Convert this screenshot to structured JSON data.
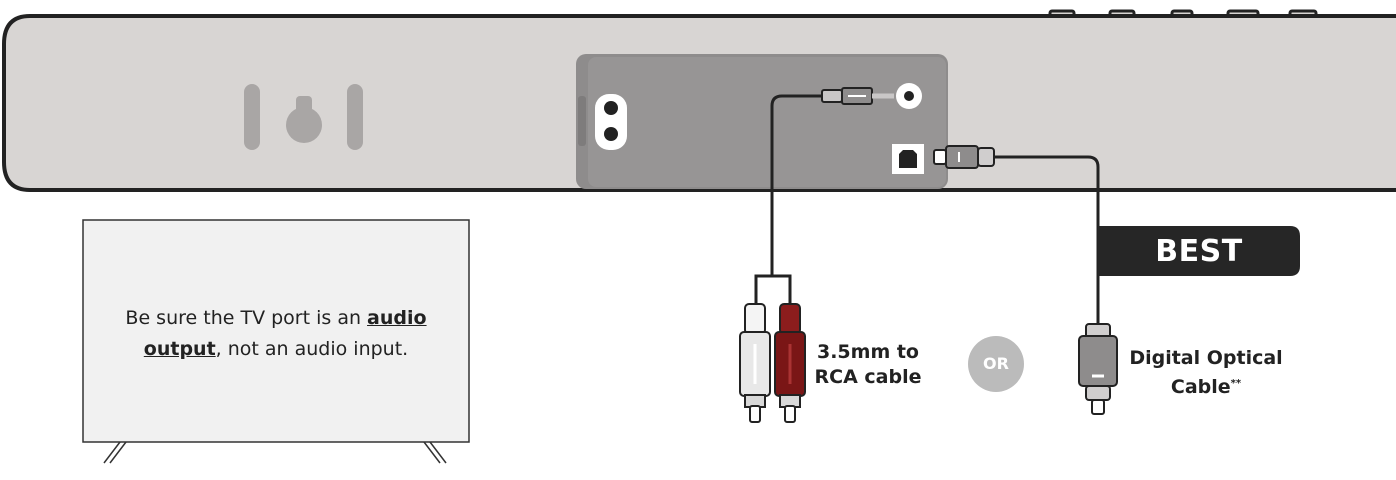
{
  "tv_note": {
    "part1": "Be sure the TV port is an ",
    "link1": "audio",
    "link2": "output",
    "part2": ", not an audio input."
  },
  "badge": {
    "label": "BEST"
  },
  "rca_cable": {
    "line1": "3.5mm to",
    "line2": "RCA cable"
  },
  "separator": {
    "label": "OR"
  },
  "optical_cable": {
    "line1": "Digital Optical",
    "line2": "Cable",
    "footnote_mark": "**"
  },
  "colors": {
    "soundbar_body": "#d8d5d3",
    "port_panel": "#8e8c8c",
    "badge_bg": "#262626",
    "rca_red": "#8c1d1d",
    "or_circle": "#bbbbbb"
  }
}
